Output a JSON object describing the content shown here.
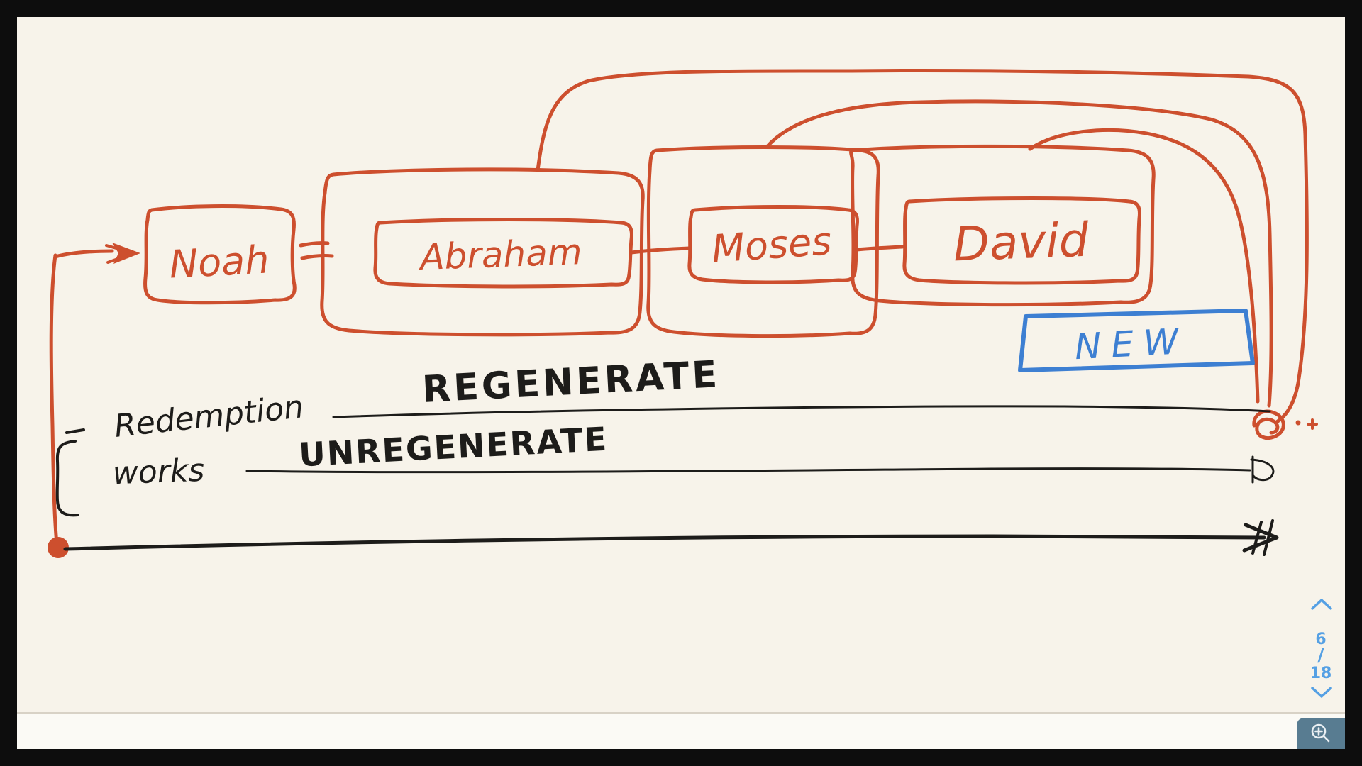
{
  "canvas": {
    "covenant_boxes": [
      {
        "label": "Noah"
      },
      {
        "label": "Abraham"
      },
      {
        "label": "Moses"
      },
      {
        "label": "David"
      }
    ],
    "new_covenant_label": "NEW",
    "timeline_labels": {
      "redemption": "Redemption",
      "works": "works",
      "regenerate": "REGENERATE",
      "unregenerate": "UNREGENERATE"
    },
    "colors": {
      "ink_orange": "#cd4f2e",
      "ink_blue": "#3d7fd2",
      "ink_black": "#1d1c1a",
      "canvas_background": "#f7f3ea"
    }
  },
  "pager": {
    "up_icon": "chevron-up",
    "current_page": "6",
    "separator": "/",
    "total_pages": "18",
    "down_icon": "chevron-down",
    "accent_color": "#55a0e4"
  },
  "zoom_control": {
    "icon": "magnifier-zoom-in",
    "background_color": "#587c91"
  }
}
